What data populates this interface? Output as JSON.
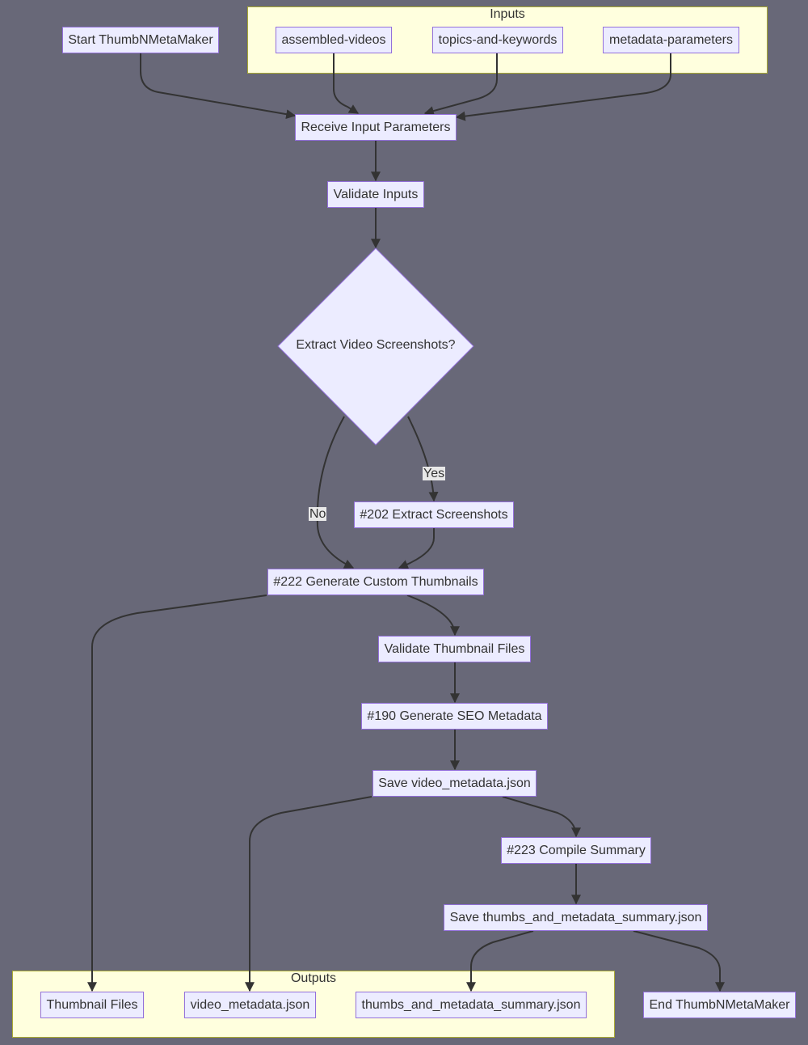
{
  "colors": {
    "background": "#686878",
    "node_fill": "#ececff",
    "node_border": "#9370db",
    "group_fill": "#ffffde",
    "group_border": "#aaaa33",
    "edge": "#333333",
    "text": "#333333"
  },
  "groups": {
    "inputs": "Inputs",
    "outputs": "Outputs"
  },
  "nodes": {
    "start": "Start ThumbNMetaMaker",
    "assembled_videos": "assembled-videos",
    "topics_keywords": "topics-and-keywords",
    "metadata_parameters": "metadata-parameters",
    "receive": "Receive Input Parameters",
    "validate_inputs": "Validate Inputs",
    "decision": "Extract Video Screenshots?",
    "extract": "#202 Extract Screenshots",
    "generate_thumbs": "#222 Generate Custom Thumbnails",
    "validate_thumbs": "Validate Thumbnail Files",
    "seo": "#190 Generate SEO Metadata",
    "save_metadata": "Save video_metadata.json",
    "compile": "#223 Compile Summary",
    "save_summary": "Save thumbs_and_metadata_summary.json",
    "thumbnail_files": "Thumbnail Files",
    "video_metadata": "video_metadata.json",
    "summary_json": "thumbs_and_metadata_summary.json",
    "end": "End ThumbNMetaMaker"
  },
  "edge_labels": {
    "yes": "Yes",
    "no": "No"
  }
}
